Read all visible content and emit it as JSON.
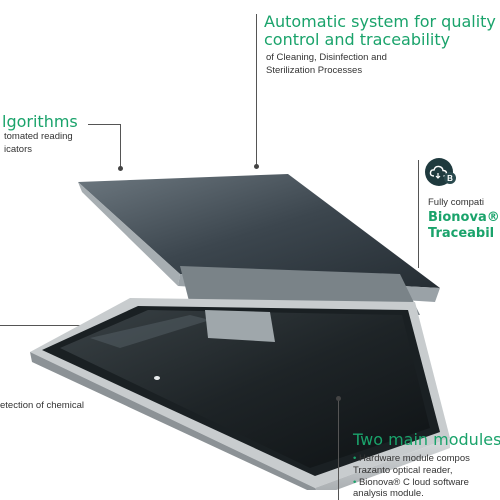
{
  "top_callout": {
    "title_line1": "Automatic system for quality",
    "title_line2": "control and traceability",
    "sub_line1": "of Cleaning, Disinfection and",
    "sub_line2": "Sterilization Processes"
  },
  "left_callout": {
    "title": "lgorithms",
    "sub_line1": "tomated reading",
    "sub_line2": "icators"
  },
  "left_lower": {
    "text": "etection of chemical"
  },
  "right_callout": {
    "badge_letter": "B",
    "sub": "Fully compati",
    "bold_line1": "Bionova®",
    "bold_line2": "Traceabil"
  },
  "bottom_callout": {
    "title": "Two main modules",
    "items": [
      {
        "bullet": "•",
        "line1": " Hardware module compos",
        "line2": "Trazanto optical reader,"
      },
      {
        "bullet": "•",
        "line1": " Bionova® C  loud software",
        "line2": "analysis module."
      }
    ]
  },
  "colors": {
    "accent": "#1aa36b",
    "dark": "#1f3a3e"
  }
}
